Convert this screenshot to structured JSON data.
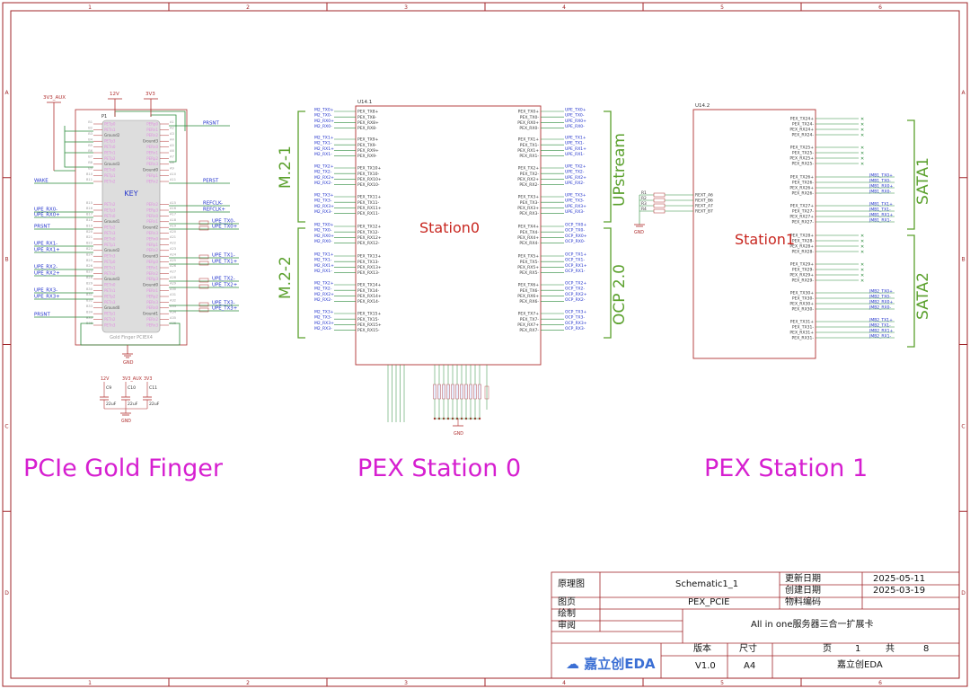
{
  "sections": {
    "gold_finger": "PCIe Gold Finger",
    "station0": "PEX Station 0",
    "station1": "PEX Station 1"
  },
  "chip0": {
    "ref": "U14.1",
    "name": "Station0"
  },
  "chip1": {
    "ref": "U14.2",
    "name": "Station1"
  },
  "groups": {
    "m2_1": "M.2-1",
    "m2_2": "M.2-2",
    "upstream": "UPstream",
    "ocp": "OCP 2.0",
    "sata1": "SATA1",
    "sata2": "SATA2"
  },
  "gold_finger": {
    "label": "Gold Finger PCIEX4",
    "ref": "P1",
    "key": "KEY",
    "power_labels": [
      "3V3_AUX",
      "12V",
      "3V3"
    ],
    "left_nets": [
      "WAKE",
      "UPE_RX0-",
      "UPE_RX0+",
      "PRSNT",
      "UPE_RX1-",
      "UPE_RX1+",
      "UPE_RX2-",
      "UPE_RX2+",
      "UPE_RX3-",
      "UPE_RX3+",
      "PRSNT"
    ],
    "right_nets": [
      "PRSNT",
      "PERST",
      "REFCLK-",
      "REFCLK+",
      "UPE_TX0-",
      "UPE_TX0+",
      "UPE_TX1-",
      "UPE_TX1+",
      "UPE_TX2-",
      "UPE_TX2+",
      "UPE_TX3-",
      "UPE_TX3+"
    ],
    "gnd": "GND",
    "caps": [
      {
        "ref": "C9",
        "rail": "12V",
        "value": "22uF"
      },
      {
        "ref": "C10",
        "rail": "3V3_AUX",
        "value": "22uF"
      },
      {
        "ref": "C11",
        "rail": "3V3",
        "value": "22uF"
      }
    ]
  },
  "title_block": {
    "schematic_label": "原理图",
    "schematic_value": "Schematic1_1",
    "page_label": "图页",
    "page_value": "PEX_PCIE",
    "drawn_label": "绘制",
    "review_label": "审阅",
    "update_label": "更新日期",
    "update_value": "2025-05-11",
    "create_label": "创建日期",
    "create_value": "2025-03-19",
    "material_label": "物料编码",
    "project": "All in one服务器三合一扩展卡",
    "version_label": "版本",
    "version_value": "V1.0",
    "size_label": "尺寸",
    "size_value": "A4",
    "page_num_label": "页",
    "page_num": "1",
    "total_label": "共",
    "total_pages": "8",
    "logo": "嘉立创EDA",
    "company": "嘉立创EDA"
  },
  "frame": {
    "col_marks": [
      "1",
      "2",
      "3",
      "4",
      "5",
      "6"
    ],
    "row_marks": [
      "A",
      "B",
      "C",
      "D"
    ]
  },
  "colors": {
    "frame": "#a0262a",
    "chip": "#b03030",
    "wire": "#2a8a3a",
    "net": "#2233cc",
    "pin": "#333333",
    "magenta": "#d61fd0",
    "group": "#5aa02c"
  }
}
